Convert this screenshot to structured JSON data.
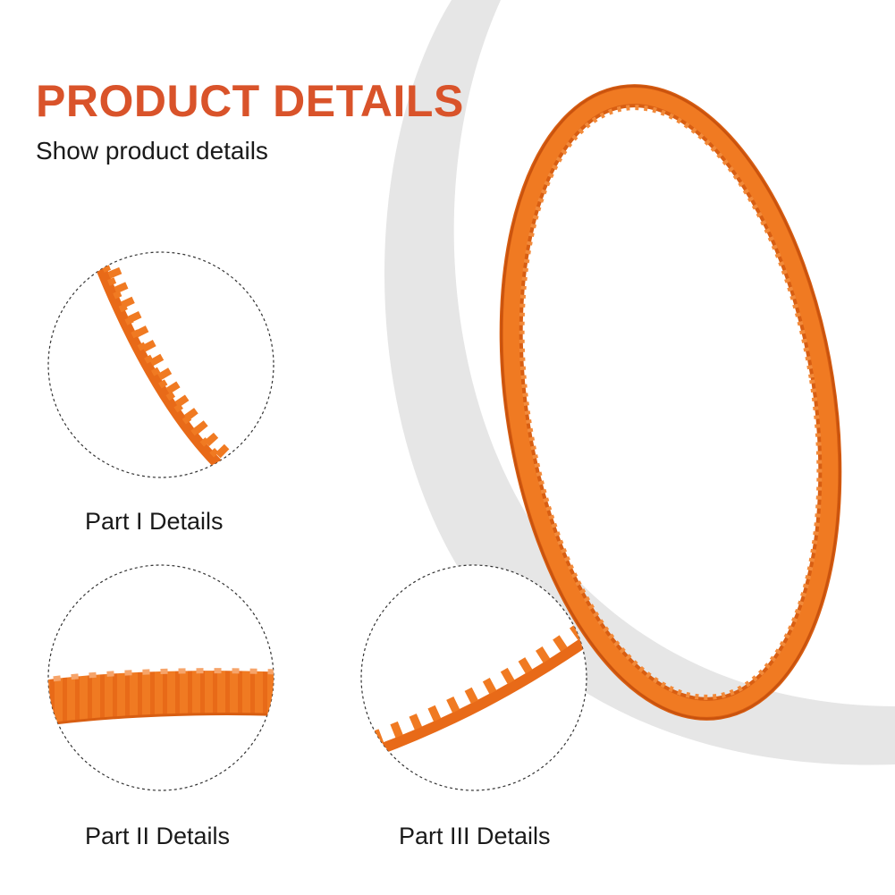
{
  "header": {
    "title": "PRODUCT DETAILS",
    "subtitle": "Show product details"
  },
  "details": [
    {
      "label": "Part I Details"
    },
    {
      "label": "Part II Details"
    },
    {
      "label": "Part III Details"
    }
  ],
  "colors": {
    "accent": "#d9532a",
    "belt_orange": "#f07a22",
    "belt_dark": "#d85e12",
    "swoosh_gray": "#e6e6e6",
    "text": "#1a1a1a"
  }
}
